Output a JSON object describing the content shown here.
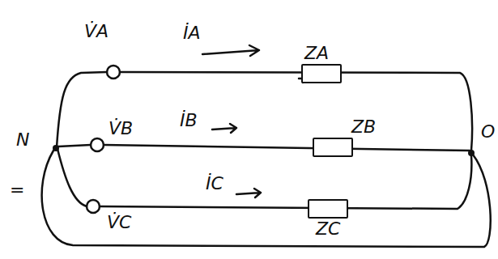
{
  "diagram": {
    "nodes": [
      {
        "text": [
          "ZA"
        ]
      },
      {
        "text": [
          "ZB"
        ]
      },
      {
        "text": [
          "ZC"
        ]
      }
    ],
    "labels": [
      "V̇A",
      "İA",
      "V̇B",
      "İB",
      "V̇C",
      "İC",
      "N",
      "O",
      "="
    ]
  }
}
